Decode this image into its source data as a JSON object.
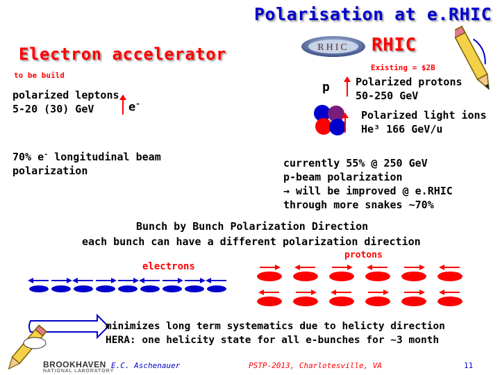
{
  "slide": {
    "title": "Polarisation at e.RHIC",
    "left_heading": "Electron accelerator",
    "left_sub": "to be build",
    "leptons_line1": "polarized leptons",
    "leptons_line2": "5-20 (30) GeV",
    "electron_label": "e",
    "electron_sup": "-",
    "beam_pol_line1_a": "70% e",
    "beam_pol_line1_sup": "-",
    "beam_pol_line1_b": " longitudinal beam",
    "beam_pol_line2": "polarization",
    "rhic_heading": "RHIC",
    "rhic_logo_text": "RHIC",
    "existing": "Existing = $2B",
    "proton_label": "p",
    "protons_line1": "Polarized protons",
    "protons_line2": "50-250 GeV",
    "ions_line1": "Polarized light ions",
    "ions_line2": "He³ 166 GeV/u",
    "current_line1": "currently 55% @ 250 GeV",
    "current_line2": "p-beam polarization",
    "current_line3": " will be improved @ e.RHIC",
    "current_line4": "through more snakes  ~70%",
    "arrow_glyph": "→",
    "bunch_line1": "Bunch by Bunch Polarization Direction",
    "bunch_line2": "each bunch can have a different polarization direction",
    "protons_word": "protons",
    "electrons_word": "electrons",
    "minimizes_line1": "minimizes long term systematics due to helicty direction",
    "minimizes_line2": "HERA: one helicity state for all e-bunches for ~3 month",
    "footer_author": "E.C. Aschenauer",
    "footer_conf": "PSTP-2013, Charlotesville, VA",
    "footer_page": "11",
    "logo_name": "BROOKHAVEN",
    "logo_sub": "NATIONAL LABORATORY",
    "electron_bunch_dirs": [
      "left",
      "right",
      "left",
      "right",
      "right",
      "left",
      "right",
      "right",
      "left"
    ],
    "proton_bunch_dirs": [
      "right",
      "left",
      "right",
      "left",
      "right",
      "left",
      "left",
      "right",
      "left",
      "right",
      "right",
      "left"
    ],
    "colors": {
      "title": "#0000cc",
      "accent": "#ff0000",
      "bunch_red": "#ff0000",
      "bunch_blue": "#0000cc",
      "ion_purple": "#7a1d7a"
    }
  }
}
